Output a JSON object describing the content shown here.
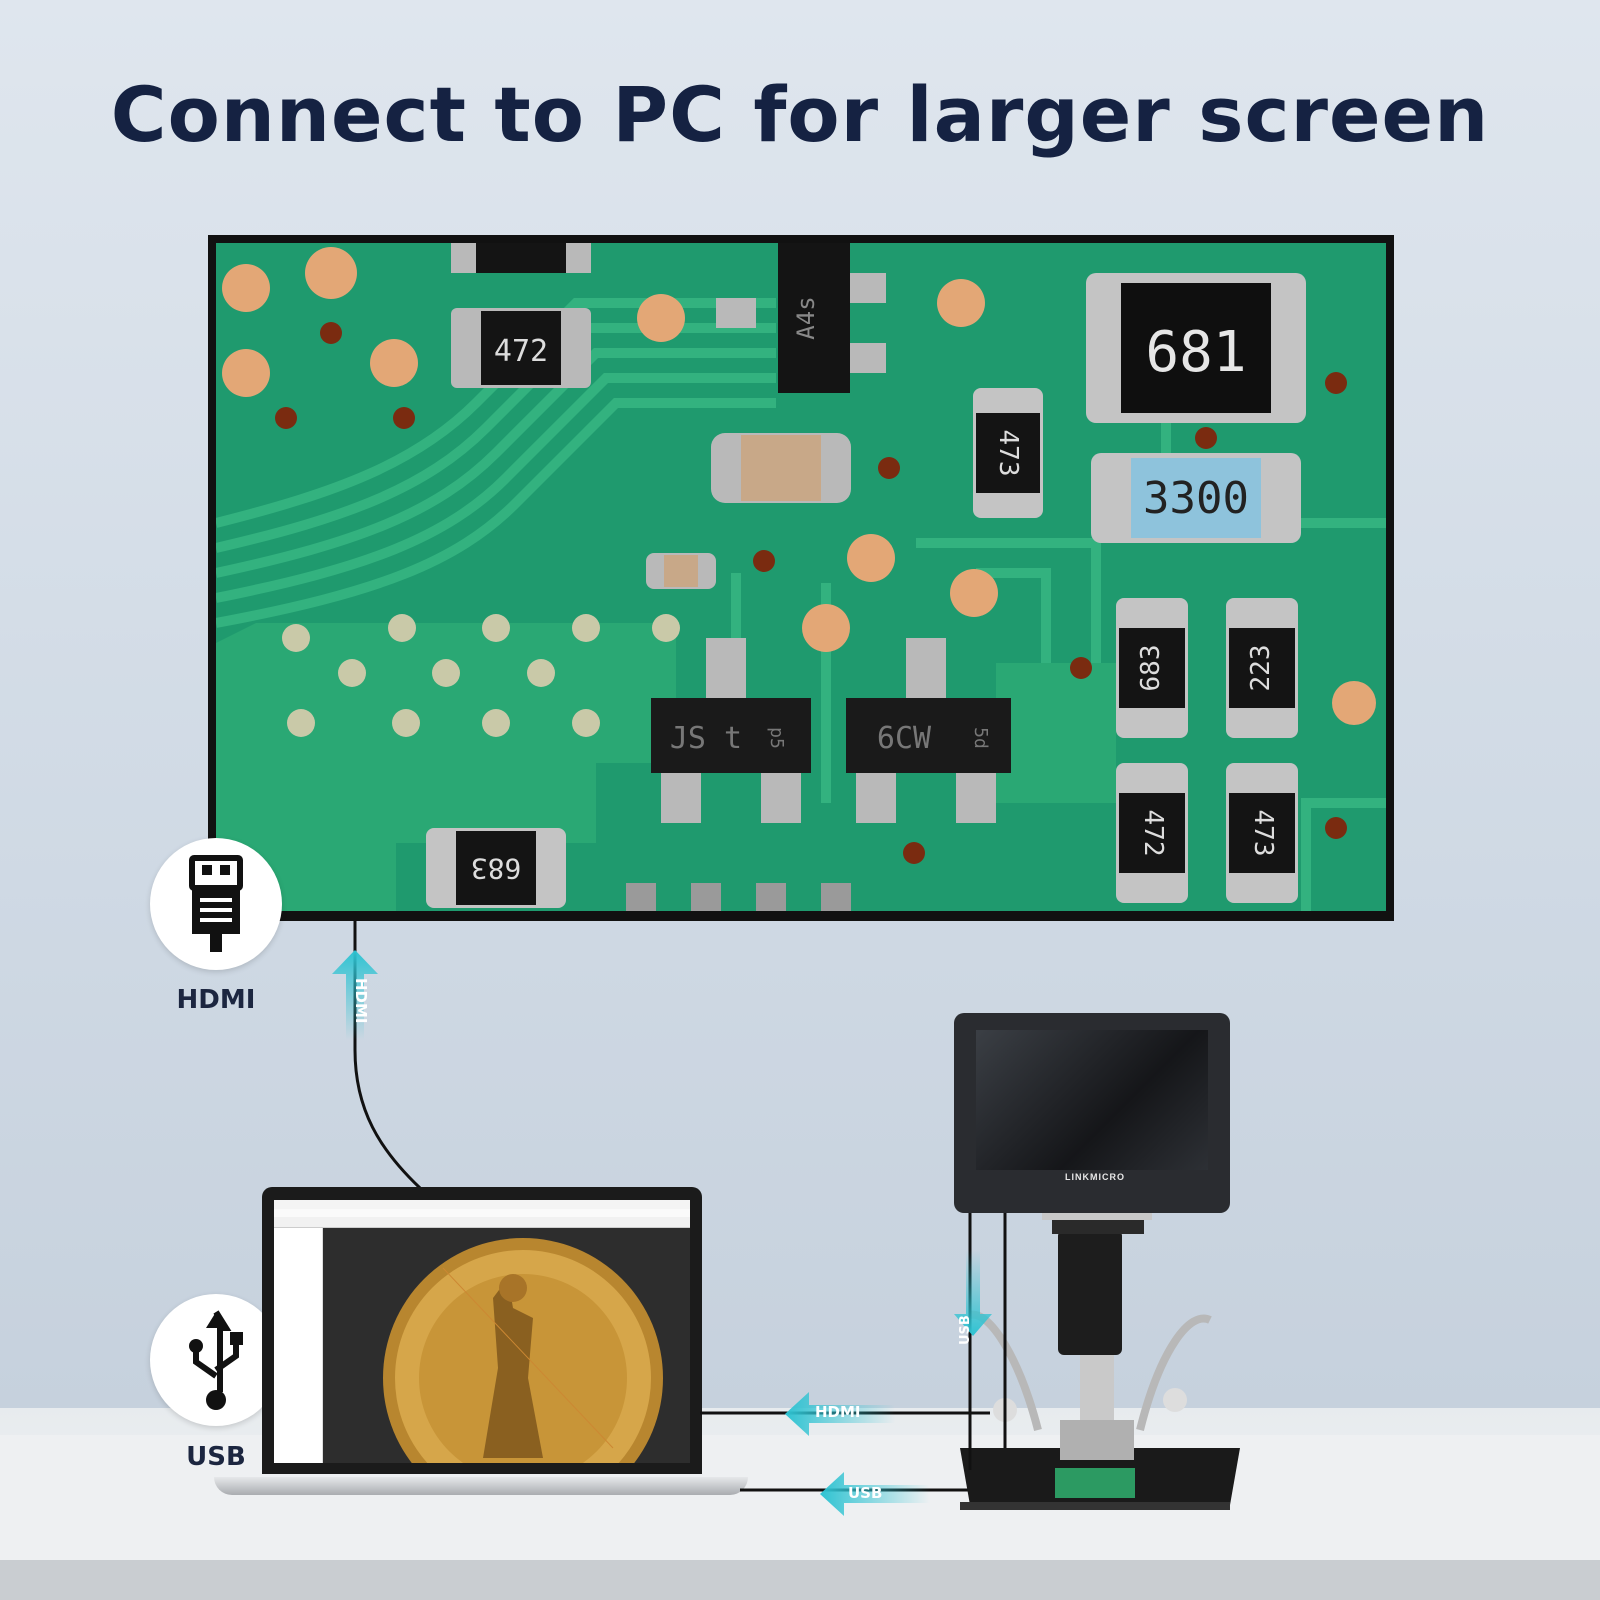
{
  "headline": "Connect to PC for larger screen",
  "pcb_markings": {
    "r_472_top": "472",
    "r_681": "681",
    "ic_a4s": "A4s",
    "r_473": "473",
    "r_3300": "3300",
    "r_683": "683",
    "r_223": "223",
    "t_jst": "JS t",
    "t_jst_sub": "p5",
    "t_6cw": "6CW",
    "t_6cw_sub": "5d",
    "r_472_bottom": "472",
    "r_473_bottom": "473",
    "r_683_bottom": "683"
  },
  "badges": {
    "hdmi_label": "HDMI",
    "usb_label": "USB"
  },
  "arrows": {
    "hdmi_vertical": "HDMI",
    "usb_vertical": "USB",
    "hdmi_horizontal": "HDMI",
    "usb_horizontal": "USB"
  },
  "microscope": {
    "brand": "LINKMICRO"
  },
  "icons": [
    "hdmi-connector-icon",
    "usb-symbol-icon",
    "up-arrow-icon",
    "down-arrow-icon",
    "left-arrow-icon"
  ],
  "colors": {
    "headline": "#152242",
    "pcb_green": "#1f9a6e",
    "arrow_cyan": "#2fc3d2"
  }
}
